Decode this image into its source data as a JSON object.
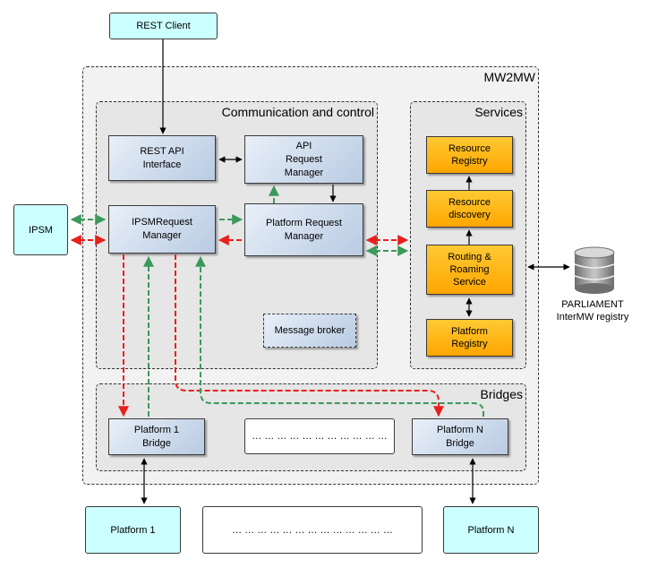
{
  "rest_client": "REST Client",
  "mw2mw": {
    "title": "MW2MW",
    "comm": {
      "title": "Communication and control",
      "rest_api_line1": "REST API",
      "rest_api_line2": "Interface",
      "api_rm_line1": "API",
      "api_rm_line2": "Request",
      "api_rm_line3": "Manager",
      "ipsm_rm_line1": "IPSMRequest",
      "ipsm_rm_line2": "Manager",
      "platform_rm_line1": "Platform Request",
      "platform_rm_line2": "Manager",
      "message_broker": "Message broker"
    },
    "services": {
      "title": "Services",
      "resource_registry_line1": "Resource",
      "resource_registry_line2": "Registry",
      "resource_discovery_line1": "Resource",
      "resource_discovery_line2": "discovery",
      "routing_line1": "Routing &",
      "routing_line2": "Roaming",
      "routing_line3": "Service",
      "platform_registry_line1": "Platform",
      "platform_registry_line2": "Registry"
    },
    "bridges": {
      "title": "Bridges",
      "bridge1_line1": "Platform 1",
      "bridge1_line2": "Bridge",
      "ellipsis": "… … … … … … … … … … …",
      "bridgeN_line1": "Platform N",
      "bridgeN_line2": "Bridge"
    }
  },
  "ipsm": "IPSM",
  "parliament_line1": "PARLIAMENT",
  "parliament_line2": "InterMW registry",
  "platforms": {
    "platform1": "Platform 1",
    "ellipsis": "… … … … … … … … … … … … …",
    "platformN": "Platform N"
  },
  "colors": {
    "red_flow": "#e8201b",
    "green_flow": "#3a9a5a",
    "cyan_box": "#ccffff",
    "service_orange": "#ffb000",
    "component_blue": "#c8d7ea"
  },
  "icons": {
    "database": "database-icon"
  }
}
